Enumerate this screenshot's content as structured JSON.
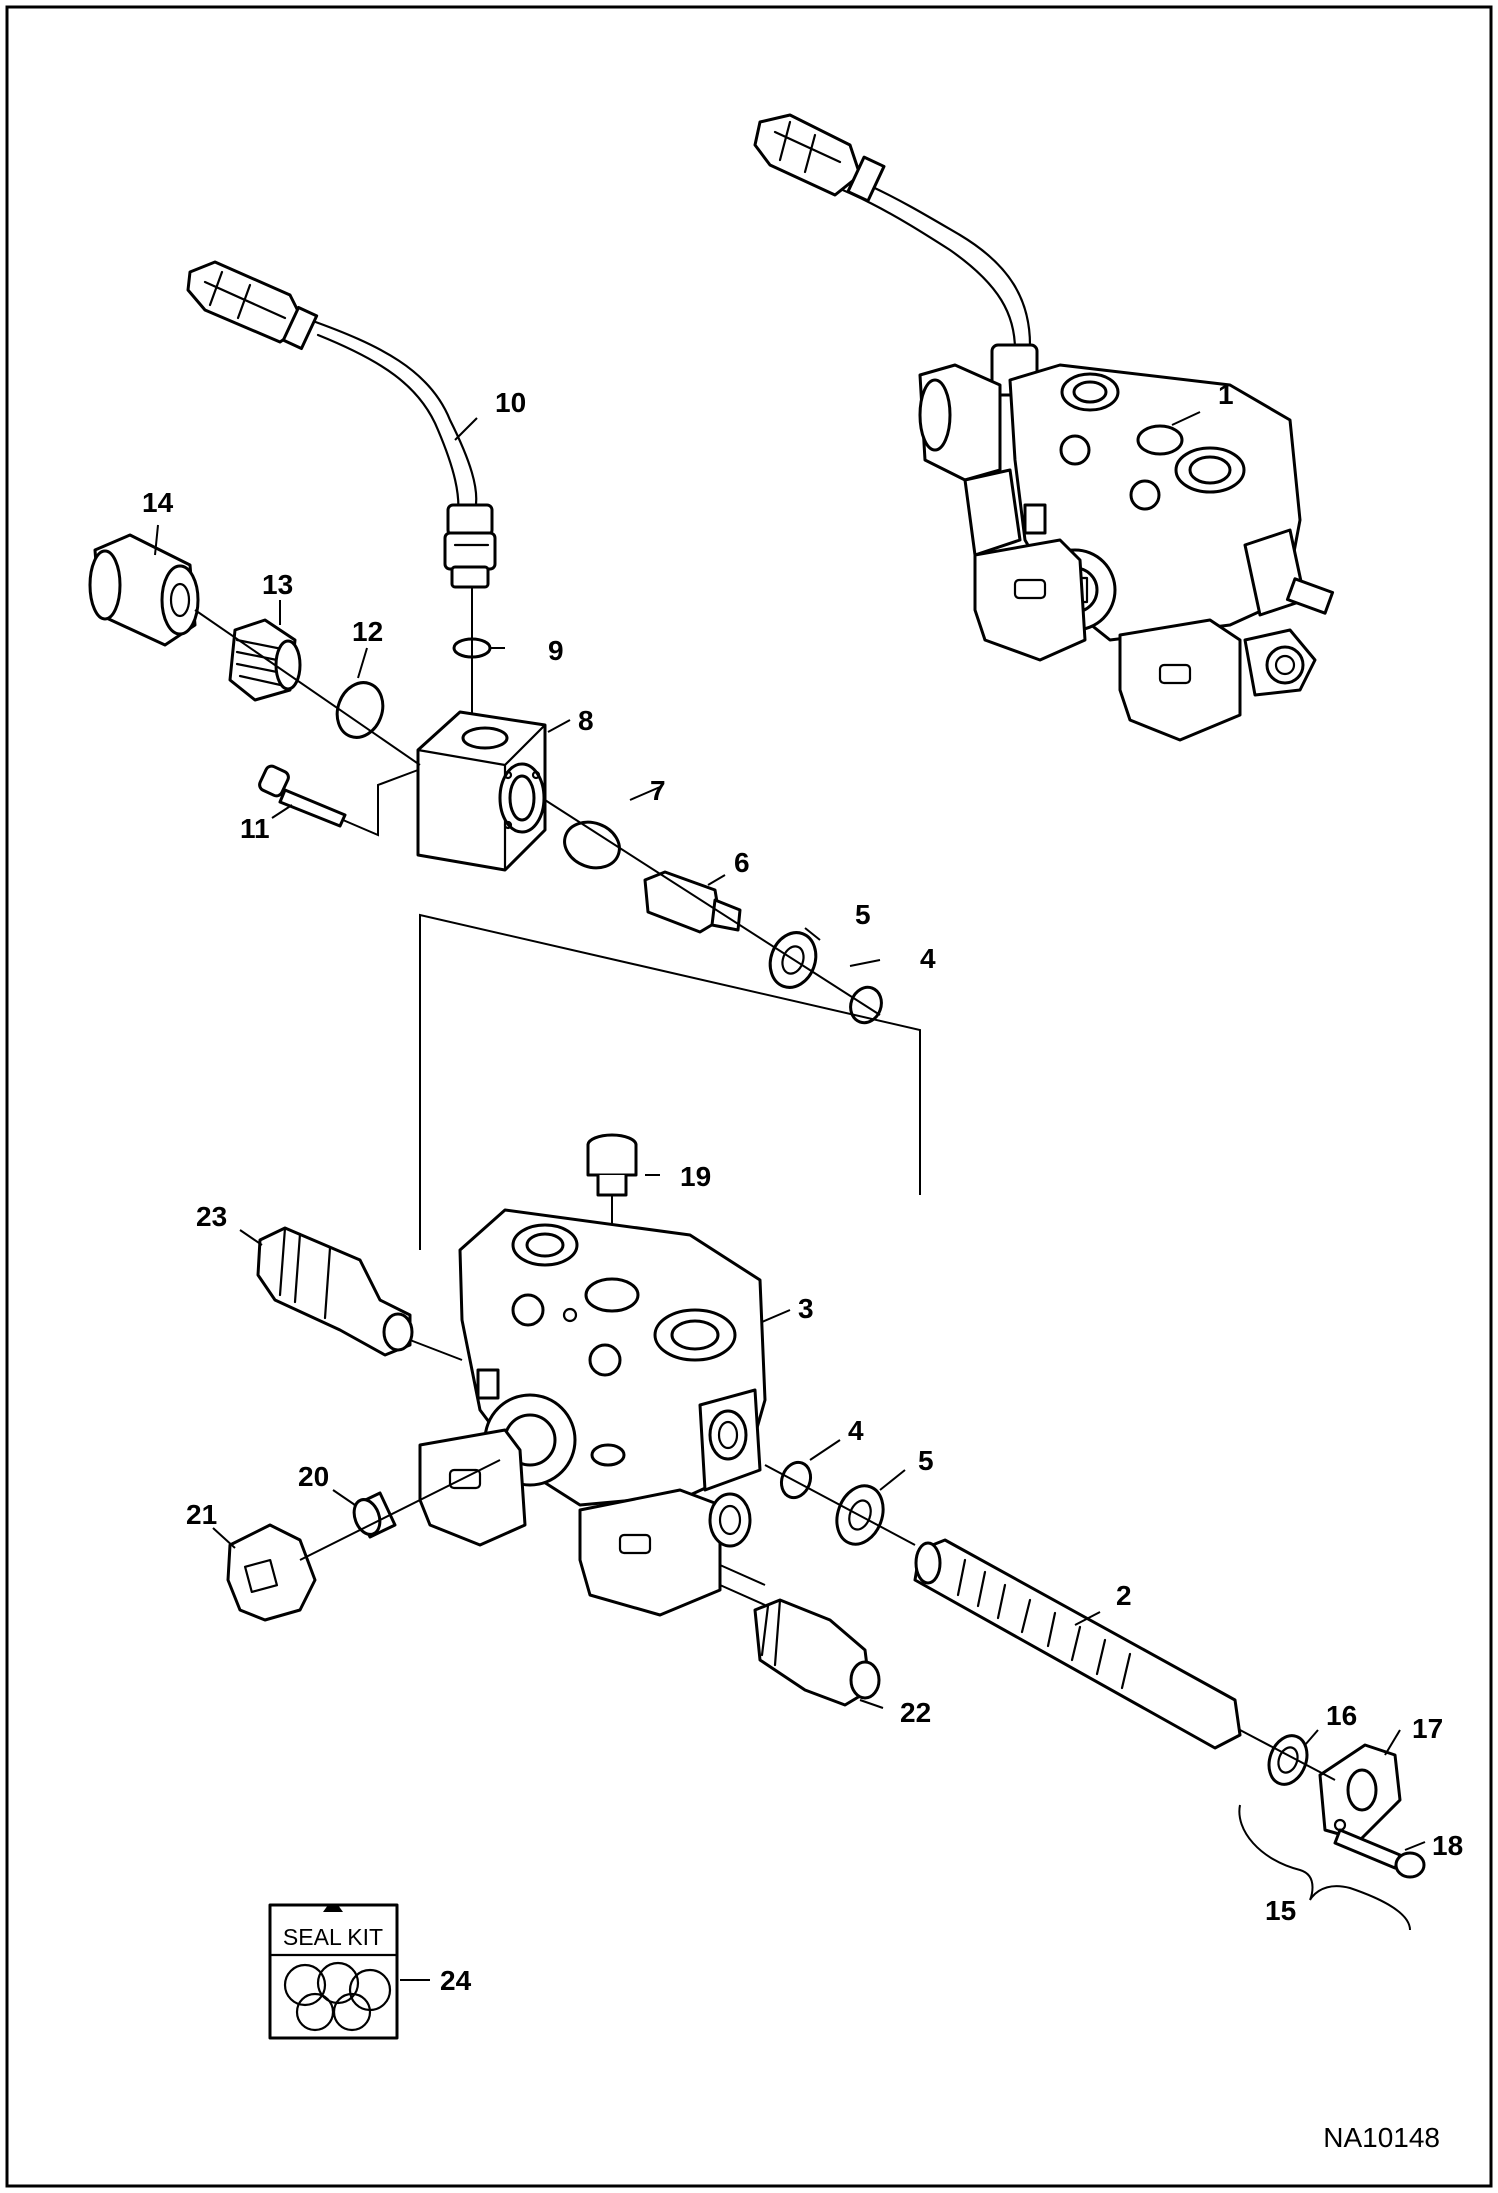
{
  "drawing_number": "NA10148",
  "seal_kit_label": "SEAL KIT",
  "callouts": {
    "c1": "1",
    "c2": "2",
    "c3": "3",
    "c4a": "4",
    "c4b": "4",
    "c5a": "5",
    "c5b": "5",
    "c6": "6",
    "c7": "7",
    "c8": "8",
    "c9": "9",
    "c10": "10",
    "c11": "11",
    "c12": "12",
    "c13": "13",
    "c14": "14",
    "c15": "15",
    "c16": "16",
    "c17": "17",
    "c18": "18",
    "c19": "19",
    "c20": "20",
    "c21": "21",
    "c22": "22",
    "c23": "23",
    "c24": "24"
  }
}
